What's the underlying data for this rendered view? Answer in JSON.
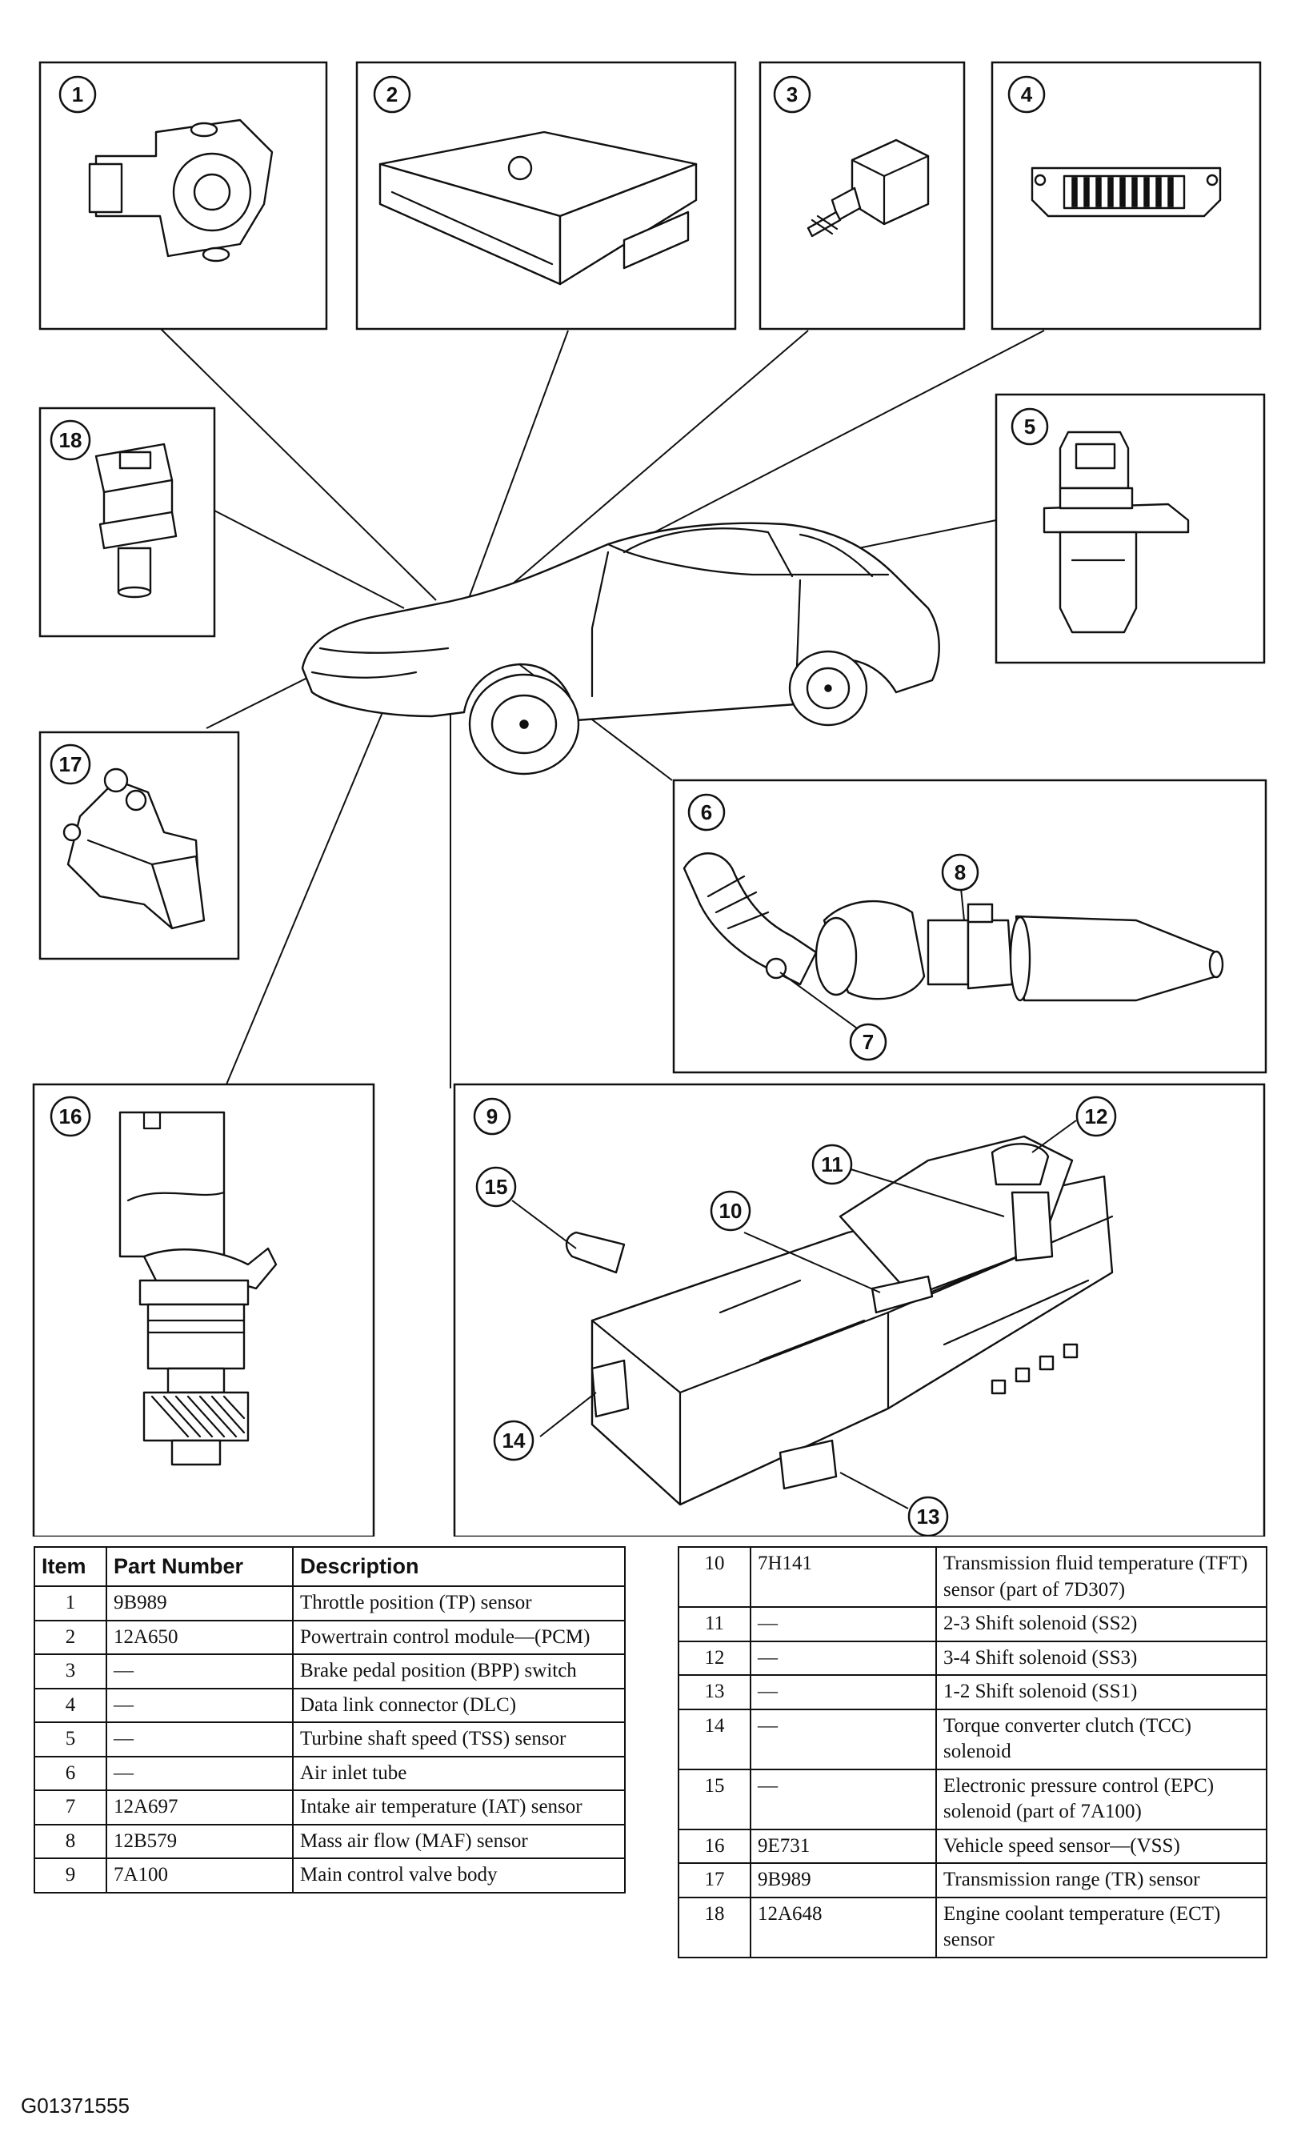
{
  "callouts": [
    "1",
    "2",
    "3",
    "4",
    "5",
    "6",
    "7",
    "8",
    "9",
    "10",
    "11",
    "12",
    "13",
    "14",
    "15",
    "16",
    "17",
    "18"
  ],
  "table": {
    "headers": {
      "item": "Item",
      "part": "Part Number",
      "desc": "Description"
    },
    "rows": [
      {
        "item": "1",
        "part": "9B989",
        "desc": "Throttle position (TP) sensor"
      },
      {
        "item": "2",
        "part": "12A650",
        "desc": "Powertrain control module—(PCM)"
      },
      {
        "item": "3",
        "part": "—",
        "desc": "Brake pedal position (BPP) switch"
      },
      {
        "item": "4",
        "part": "—",
        "desc": "Data link connector (DLC)"
      },
      {
        "item": "5",
        "part": "—",
        "desc": "Turbine shaft speed (TSS) sensor"
      },
      {
        "item": "6",
        "part": "—",
        "desc": "Air inlet tube"
      },
      {
        "item": "7",
        "part": "12A697",
        "desc": "Intake air temperature (IAT) sensor"
      },
      {
        "item": "8",
        "part": "12B579",
        "desc": "Mass air flow (MAF) sensor"
      },
      {
        "item": "9",
        "part": "7A100",
        "desc": "Main control valve body"
      },
      {
        "item": "10",
        "part": "7H141",
        "desc": "Transmission fluid temperature (TFT) sensor (part of 7D307)"
      },
      {
        "item": "11",
        "part": "—",
        "desc": "2-3 Shift solenoid (SS2)"
      },
      {
        "item": "12",
        "part": "—",
        "desc": "3-4 Shift solenoid (SS3)"
      },
      {
        "item": "13",
        "part": "—",
        "desc": "1-2 Shift solenoid (SS1)"
      },
      {
        "item": "14",
        "part": "—",
        "desc": "Torque converter clutch (TCC) solenoid"
      },
      {
        "item": "15",
        "part": "—",
        "desc": "Electronic pressure control (EPC) solenoid (part of 7A100)"
      },
      {
        "item": "16",
        "part": "9E731",
        "desc": "Vehicle speed sensor—(VSS)"
      },
      {
        "item": "17",
        "part": "9B989",
        "desc": "Transmission range (TR) sensor"
      },
      {
        "item": "18",
        "part": "12A648",
        "desc": "Engine coolant temperature (ECT) sensor"
      }
    ]
  },
  "figure_code": "G01371555"
}
